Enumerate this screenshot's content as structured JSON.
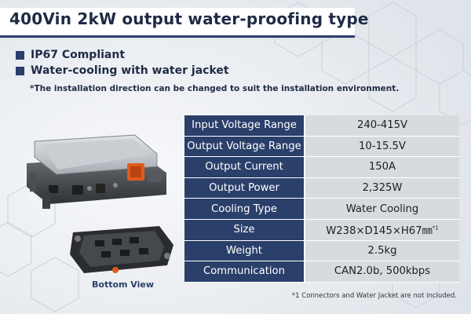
{
  "title": "400Vin 2kW output water-proofing type",
  "features": [
    "IP67 Compliant",
    "Water-cooling with water jacket"
  ],
  "note": "*The installation direction can be changed to suit the installation environment.",
  "specs": [
    {
      "label": "Input Voltage Range",
      "value": "240-415V"
    },
    {
      "label": "Output Voltage Range",
      "value": "10-15.5V"
    },
    {
      "label": "Output Current",
      "value": "150A"
    },
    {
      "label": "Output Power",
      "value": "2,325W"
    },
    {
      "label": "Cooling Type",
      "value": "Water Cooling"
    },
    {
      "label": "Size",
      "value": "W238×D145×H67㎜",
      "sup": "*1"
    },
    {
      "label": "Weight",
      "value": "2.5kg"
    },
    {
      "label": "Communication",
      "value": "CAN2.0b, 500kbps"
    }
  ],
  "bottom_view_label": "Bottom View",
  "footnote": "*1 Connectors and Water Jacket are not included.",
  "colors": {
    "navy": "#2a3f6a",
    "value_cell": "#d7dbe0",
    "background": "#e9edf1"
  },
  "icons": [
    "list-bullet-square-icon"
  ]
}
